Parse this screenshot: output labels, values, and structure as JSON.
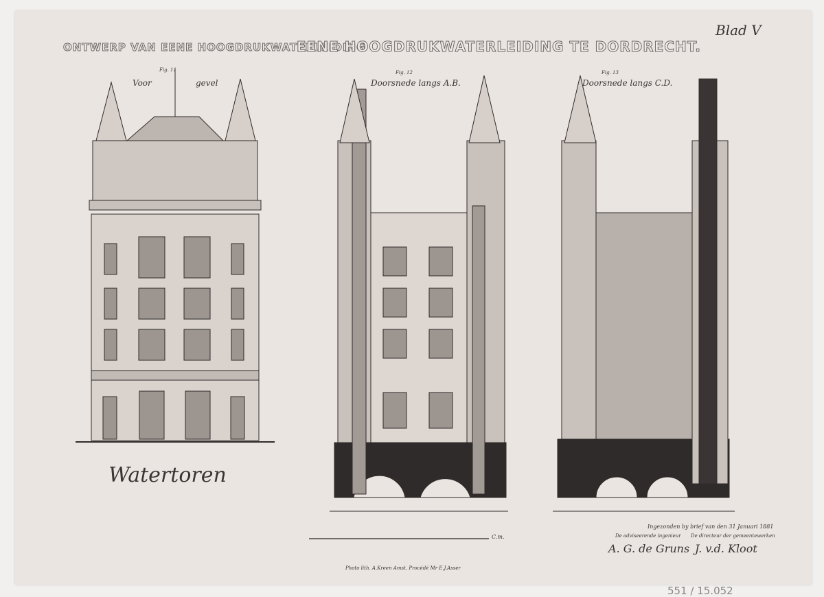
{
  "sheet": {
    "label": "Blad V",
    "title_left": "ONTWERP VAN EENE HOOGDRUKWATERLEIDING",
    "title_right": "EENE HOOGDRUKWATERLEIDING TE DORDRECHT."
  },
  "figures": [
    {
      "number": "Fig. 11",
      "caption_a": "Voor",
      "caption_b": "gevel"
    },
    {
      "number": "Fig. 12",
      "caption": "Doorsnede langs A.B."
    },
    {
      "number": "Fig. 13",
      "caption": "Doorsnede langs C.D."
    }
  ],
  "building_name": "Watertoren",
  "scale_bar": {
    "unit": "C.m."
  },
  "imprint": "Photo lith. A.Kreen Amst. Procédé Mr E.J.Asser",
  "approval": {
    "note": "Ingezonden by brief van den 31 Januari 1881",
    "left_role": "De adviseerende ingenieur",
    "right_role": "De directeur der gemeentewerken",
    "left_signature": "A. G. de Gruns",
    "right_signature": "J. v.d. Kloot"
  },
  "inventory_number": "551 / 15.052",
  "colors": {
    "paper": "#ebe5e1",
    "ink": "#2f2b2a",
    "mount": "#f2f0ee"
  }
}
